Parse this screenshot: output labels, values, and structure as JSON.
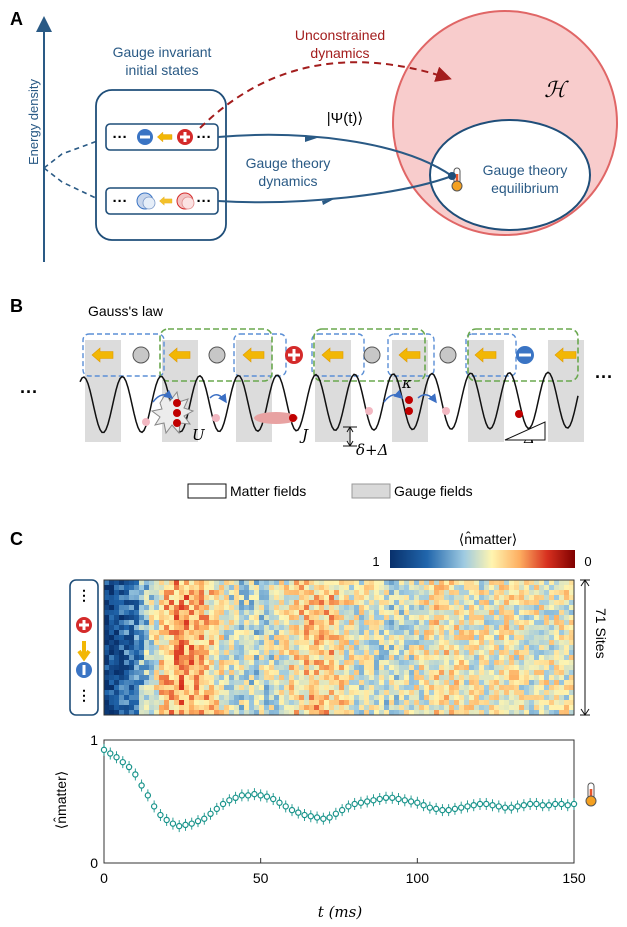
{
  "panel_a": {
    "label": "A",
    "energy_axis": "Energy density",
    "init_title_1": "Gauge invariant",
    "init_title_2": "initial states",
    "unc_1": "Unconstrained",
    "unc_2": "dynamics",
    "psi": "|Ψ(t)⟩",
    "gt_dyn_1": "Gauge theory",
    "gt_dyn_2": "dynamics",
    "hilbert": "ℋ",
    "eq_1": "Gauge theory",
    "eq_2": "equilibrium",
    "dots": "···",
    "colors": {
      "navy": "#1f4e79",
      "teal": "#3a6d96",
      "red_dash": "#a31d1d",
      "hilbert_fill": "#f8cccc",
      "hilbert_stroke": "#e06666"
    }
  },
  "panel_b": {
    "label": "B",
    "gauss": "Gauss's law",
    "U": "U",
    "J": "J",
    "kappa": "κ",
    "delta": "δ+Δ",
    "Delta": "Δ",
    "legend_matter": "Matter fields",
    "legend_gauge": "Gauge fields",
    "dots": "···"
  },
  "panel_c": {
    "label": "C",
    "cbar_label": "⟨n̂matter⟩",
    "cbar_min": "1",
    "cbar_max": "0",
    "sites": "71 Sites",
    "ylabel": "⟨n̂matter⟩",
    "xlabel": "t (ms)",
    "dots": "⋮"
  },
  "chart_data": {
    "type": "scatter",
    "xlabel": "t (ms)",
    "ylabel": "⟨n̂matter⟩",
    "xlim": [
      0,
      150
    ],
    "ylim": [
      0,
      1
    ],
    "xticks": [
      0,
      50,
      100,
      150
    ],
    "yticks": [
      0,
      1
    ],
    "color": "#17938a",
    "x": [
      0,
      2,
      4,
      6,
      8,
      10,
      12,
      14,
      16,
      18,
      20,
      22,
      24,
      26,
      28,
      30,
      32,
      34,
      36,
      38,
      40,
      42,
      44,
      46,
      48,
      50,
      52,
      54,
      56,
      58,
      60,
      62,
      64,
      66,
      68,
      70,
      72,
      74,
      76,
      78,
      80,
      82,
      84,
      86,
      88,
      90,
      92,
      94,
      96,
      98,
      100,
      102,
      104,
      106,
      108,
      110,
      112,
      114,
      116,
      118,
      120,
      122,
      124,
      126,
      128,
      130,
      132,
      134,
      136,
      138,
      140,
      142,
      144,
      146,
      148,
      150
    ],
    "y": [
      0.92,
      0.89,
      0.86,
      0.82,
      0.78,
      0.72,
      0.63,
      0.55,
      0.46,
      0.39,
      0.35,
      0.32,
      0.3,
      0.31,
      0.32,
      0.34,
      0.36,
      0.4,
      0.44,
      0.48,
      0.51,
      0.53,
      0.55,
      0.55,
      0.56,
      0.55,
      0.54,
      0.52,
      0.49,
      0.46,
      0.43,
      0.41,
      0.39,
      0.38,
      0.37,
      0.36,
      0.37,
      0.4,
      0.43,
      0.46,
      0.48,
      0.49,
      0.5,
      0.51,
      0.52,
      0.53,
      0.53,
      0.52,
      0.51,
      0.5,
      0.49,
      0.47,
      0.45,
      0.44,
      0.43,
      0.43,
      0.44,
      0.45,
      0.46,
      0.47,
      0.48,
      0.48,
      0.47,
      0.46,
      0.45,
      0.45,
      0.46,
      0.47,
      0.48,
      0.48,
      0.47,
      0.47,
      0.48,
      0.48,
      0.47,
      0.48
    ]
  }
}
